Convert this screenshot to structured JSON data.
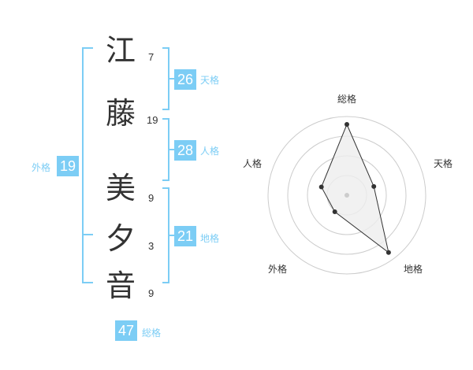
{
  "name_chars": [
    {
      "char": "江",
      "strokes": "7"
    },
    {
      "char": "藤",
      "strokes": "19"
    },
    {
      "char": "美",
      "strokes": "9"
    },
    {
      "char": "夕",
      "strokes": "3"
    },
    {
      "char": "音",
      "strokes": "9"
    }
  ],
  "fortune": {
    "tenkaku": {
      "value": "26",
      "label": "天格"
    },
    "jinkaku": {
      "value": "28",
      "label": "人格"
    },
    "chikaku": {
      "value": "21",
      "label": "地格"
    },
    "gaikaku": {
      "value": "19",
      "label": "外格"
    },
    "soukaku": {
      "value": "47",
      "label": "総格"
    }
  },
  "colors": {
    "accent": "#7ccdf5",
    "text": "#333333",
    "grid": "#cccccc",
    "radar_fill": "#eeeeee"
  },
  "chart_data": {
    "type": "radar",
    "axes": [
      "総格",
      "天格",
      "地格",
      "外格",
      "人格"
    ],
    "values": [
      0.9,
      0.36,
      0.9,
      0.26,
      0.34
    ],
    "value_scale": "fraction of outer ring",
    "rings": 4,
    "grid": true,
    "legend": "none"
  }
}
